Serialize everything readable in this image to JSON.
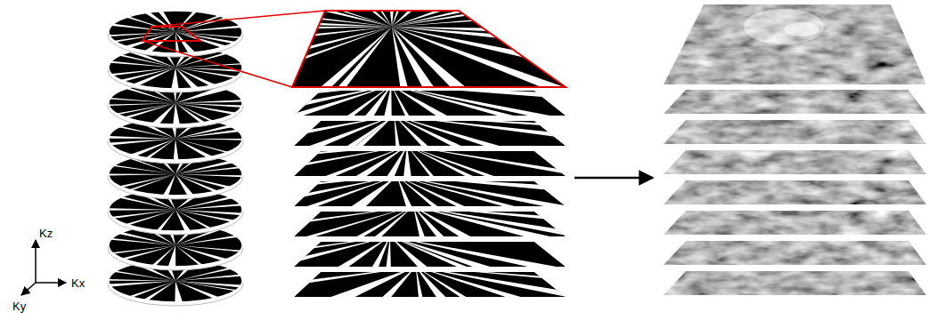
{
  "diagram": {
    "labels": [
      "Kz",
      "Kx",
      "Ky"
    ]
  }
}
